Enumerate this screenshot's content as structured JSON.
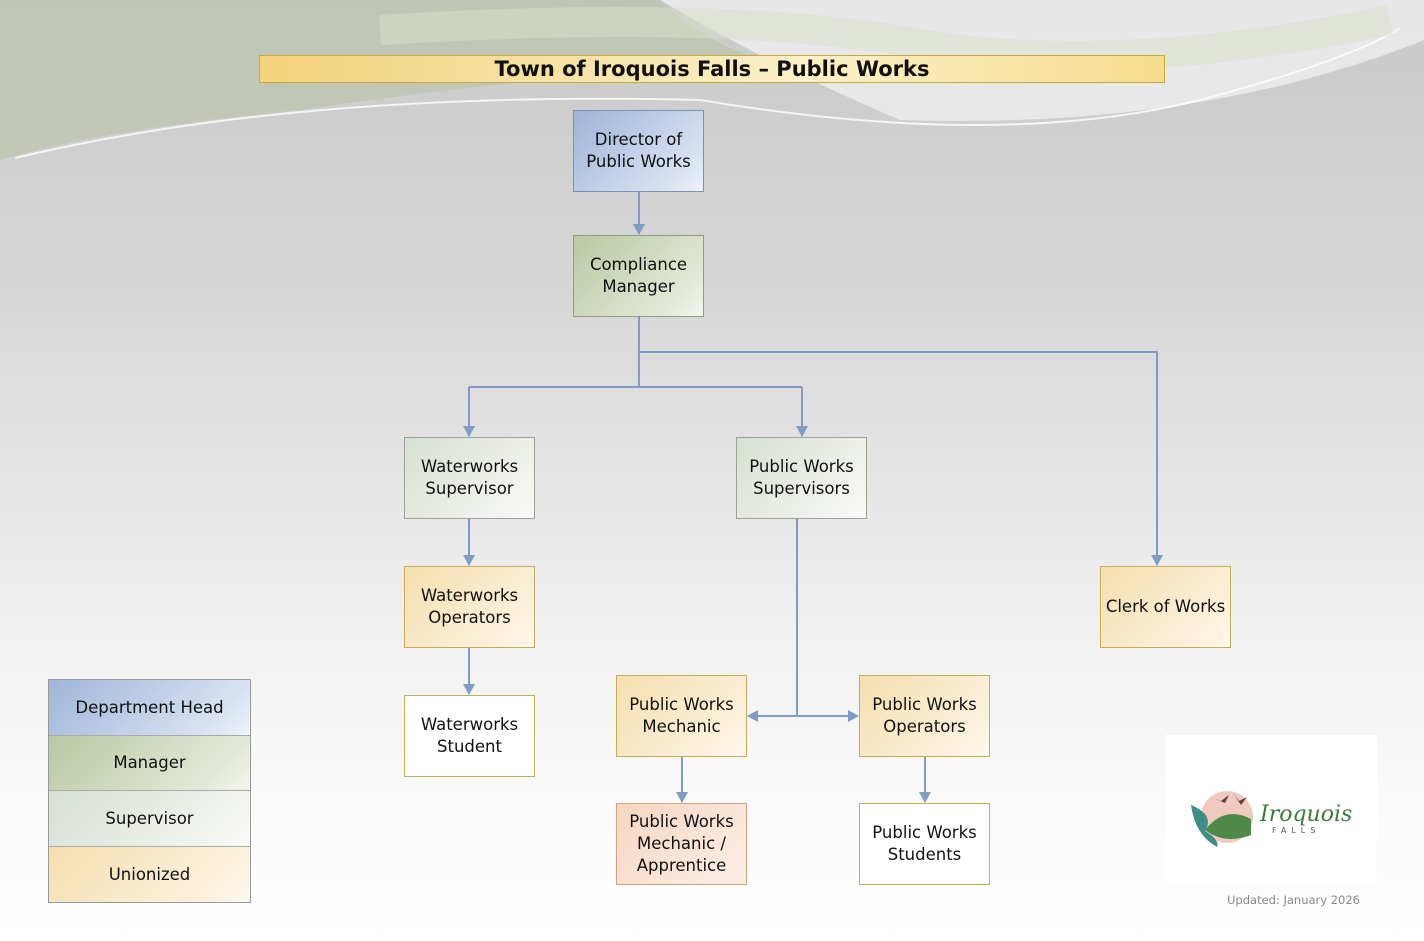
{
  "title": "Town of Iroquois Falls – Public Works",
  "nodes": {
    "director": "Director of Public Works",
    "compliance": "Compliance Manager",
    "ww_supervisor": "Waterworks Supervisor",
    "pw_supervisors": "Public Works Supervisors",
    "ww_operators": "Waterworks Operators",
    "clerk": "Clerk of Works",
    "ww_student": "Waterworks Student",
    "pw_mechanic": "Public Works Mechanic",
    "pw_operators": "Public Works Operators",
    "pw_apprentice": "Public Works Mechanic / Apprentice",
    "pw_students": "Public Works Students"
  },
  "legend": [
    "Department Head",
    "Manager",
    "Supervisor",
    "Unionized"
  ],
  "logo": {
    "name": "Iroquois",
    "sub": "FALLS"
  },
  "updated": "Updated: January 2026",
  "colors": {
    "line": "#7f9cc4",
    "department_head": "#9fb4d8",
    "manager": "#b9c7a2",
    "supervisor": "#d7dfd2",
    "unionized": "#f5dfae"
  }
}
